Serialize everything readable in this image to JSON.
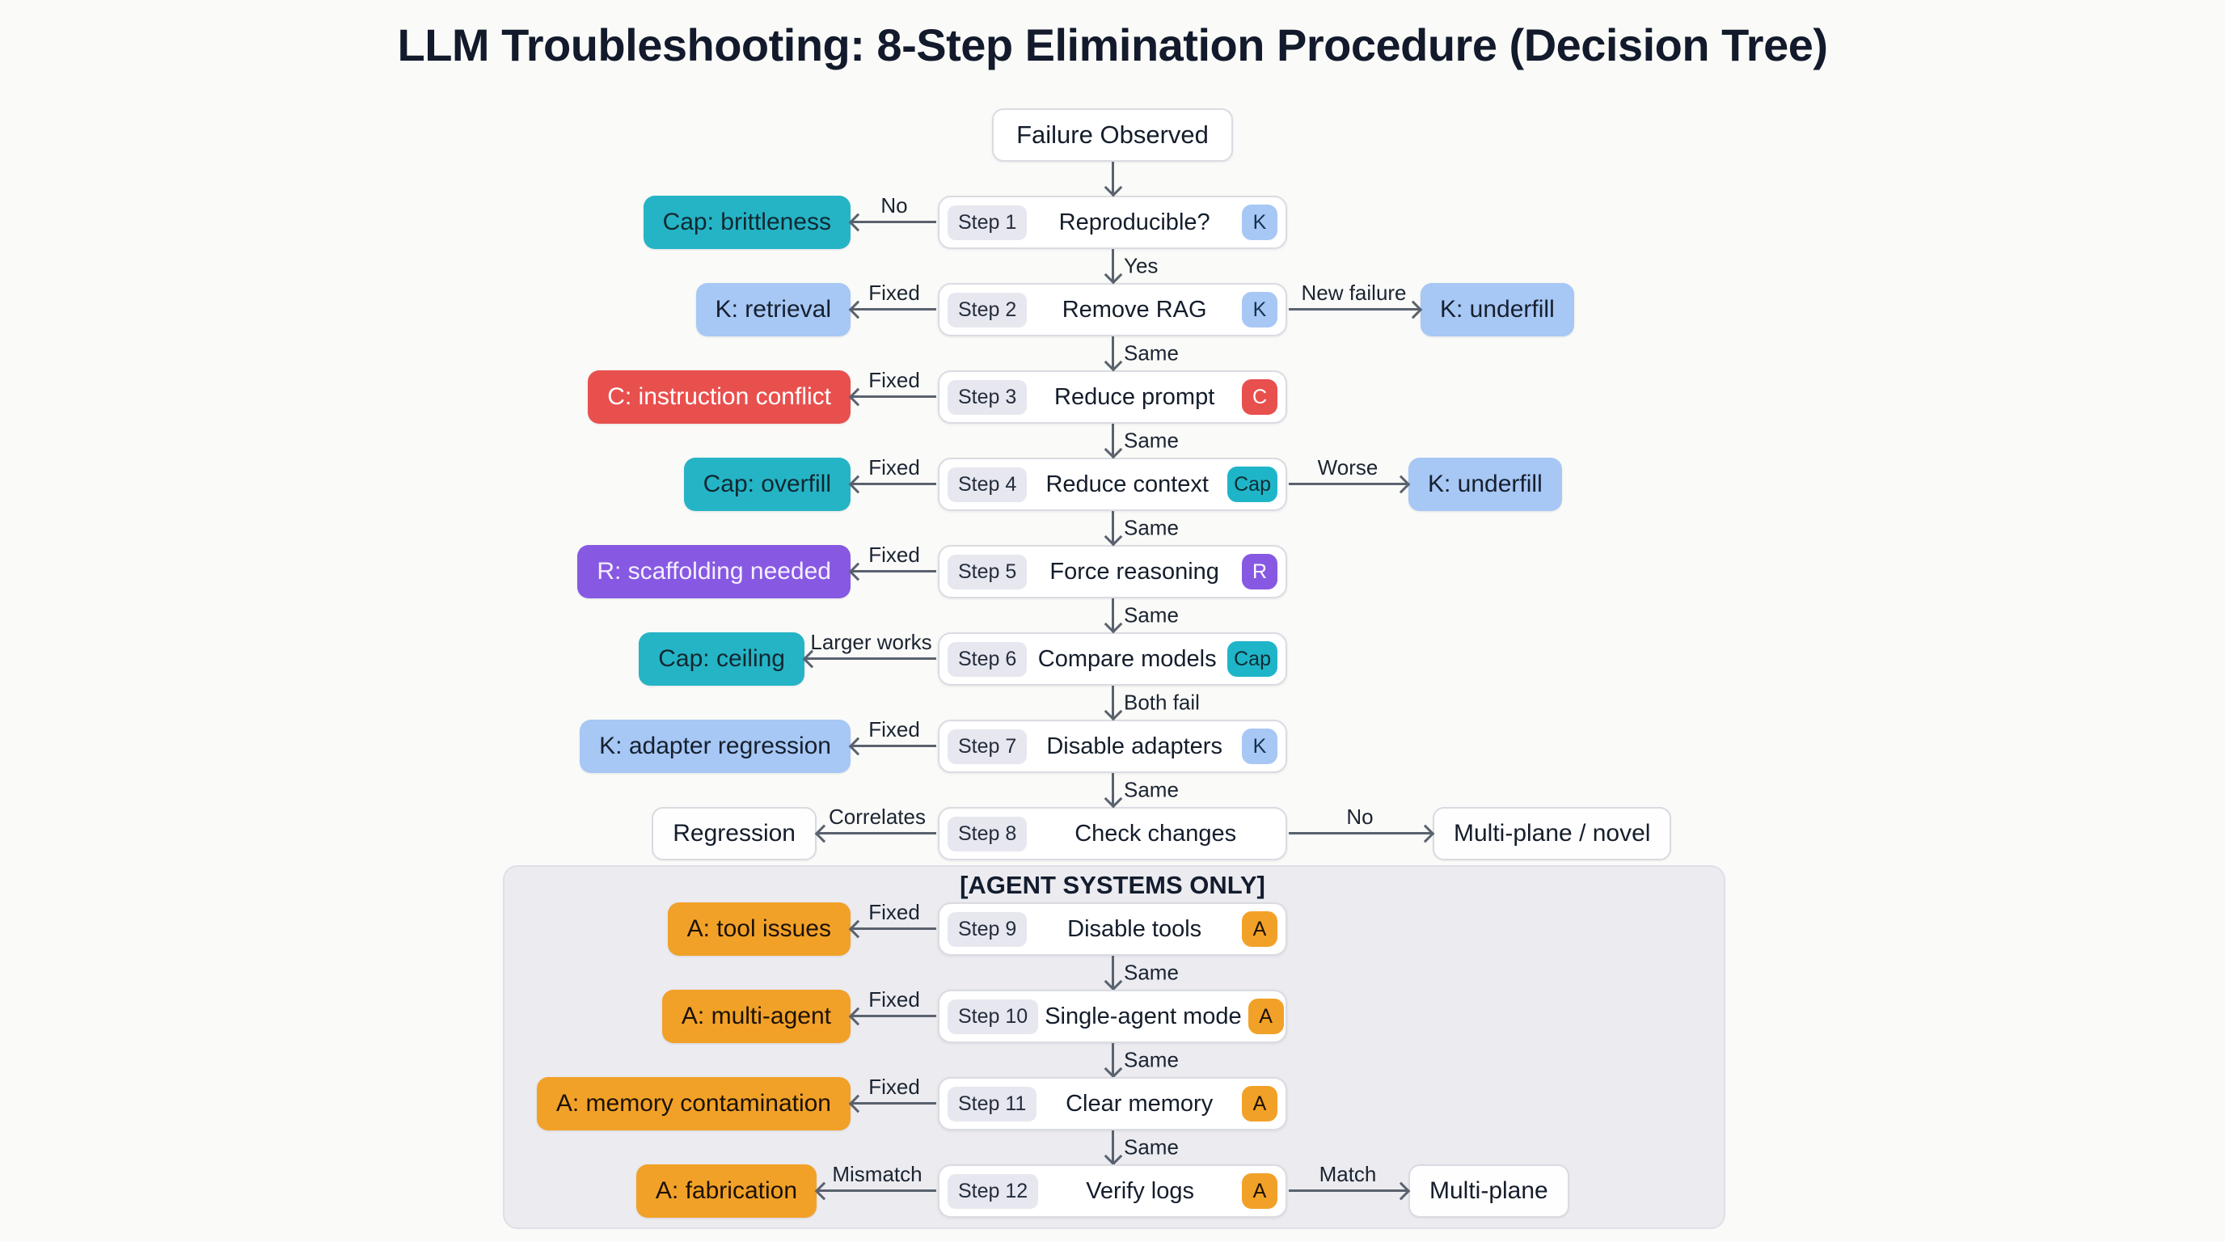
{
  "title": "LLM Troubleshooting: 8-Step Elimination Procedure (Decision Tree)",
  "start_node": "Failure Observed",
  "agent_panel": {
    "header": "[AGENT SYSTEMS ONLY]"
  },
  "colors": {
    "background": "#fafaf8",
    "teal": "#25b4c6",
    "blue": "#a7c7f5",
    "red": "#e8504e",
    "purple": "#8759e2",
    "orange": "#f2a128",
    "white_box": "#fefefe",
    "arrow": "#5a626e",
    "panel_bg": "#ebebf0",
    "step_chip": "#e7e7ef",
    "title_text": "#121a2c"
  },
  "rows": [
    {
      "step": "Step 1",
      "action": "Reproducible?",
      "badge": "K",
      "badge_color": "blue",
      "left": {
        "label": "No",
        "result": "Cap: brittleness",
        "color": "teal"
      },
      "down_label": "Yes"
    },
    {
      "step": "Step 2",
      "action": "Remove RAG",
      "badge": "K",
      "badge_color": "blue",
      "left": {
        "label": "Fixed",
        "result": "K: retrieval",
        "color": "blue"
      },
      "right": {
        "label": "New failure",
        "result": "K: underfill",
        "color": "blue"
      },
      "down_label": "Same"
    },
    {
      "step": "Step 3",
      "action": "Reduce prompt",
      "badge": "C",
      "badge_color": "red",
      "left": {
        "label": "Fixed",
        "result": "C: instruction conflict",
        "color": "red"
      },
      "down_label": "Same"
    },
    {
      "step": "Step 4",
      "action": "Reduce context",
      "badge": "Cap",
      "badge_color": "teal",
      "left": {
        "label": "Fixed",
        "result": "Cap: overfill",
        "color": "teal"
      },
      "right": {
        "label": "Worse",
        "result": "K: underfill",
        "color": "blue"
      },
      "down_label": "Same"
    },
    {
      "step": "Step 5",
      "action": "Force reasoning",
      "badge": "R",
      "badge_color": "purple",
      "left": {
        "label": "Fixed",
        "result": "R: scaffolding needed",
        "color": "purple"
      },
      "down_label": "Same"
    },
    {
      "step": "Step 6",
      "action": "Compare models",
      "badge": "Cap",
      "badge_color": "teal",
      "left": {
        "label": "Larger works",
        "result": "Cap: ceiling",
        "color": "teal"
      },
      "down_label": "Both fail"
    },
    {
      "step": "Step 7",
      "action": "Disable adapters",
      "badge": "K",
      "badge_color": "blue",
      "left": {
        "label": "Fixed",
        "result": "K: adapter regression",
        "color": "blue"
      },
      "down_label": "Same"
    },
    {
      "step": "Step 8",
      "action": "Check changes",
      "badge": null,
      "left": {
        "label": "Correlates",
        "result": "Regression",
        "color": "white"
      },
      "right": {
        "label": "No",
        "result": "Multi-plane / novel",
        "color": "white"
      }
    },
    {
      "step": "Step 9",
      "action": "Disable tools",
      "badge": "A",
      "badge_color": "orange",
      "left": {
        "label": "Fixed",
        "result": "A: tool issues",
        "color": "orange"
      },
      "down_label": "Same"
    },
    {
      "step": "Step 10",
      "action": "Single-agent mode",
      "badge": "A",
      "badge_color": "orange",
      "left": {
        "label": "Fixed",
        "result": "A: multi-agent",
        "color": "orange"
      },
      "down_label": "Same"
    },
    {
      "step": "Step 11",
      "action": "Clear memory",
      "badge": "A",
      "badge_color": "orange",
      "left": {
        "label": "Fixed",
        "result": "A: memory contamination",
        "color": "orange"
      },
      "down_label": "Same"
    },
    {
      "step": "Step 12",
      "action": "Verify logs",
      "badge": "A",
      "badge_color": "orange",
      "left": {
        "label": "Mismatch",
        "result": "A: fabrication",
        "color": "orange"
      },
      "right": {
        "label": "Match",
        "result": "Multi-plane",
        "color": "white"
      }
    }
  ]
}
